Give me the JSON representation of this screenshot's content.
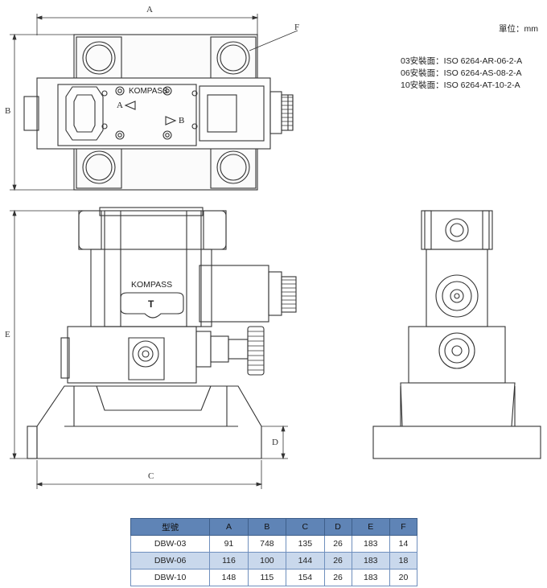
{
  "unit_label": "單位：mm",
  "specs": [
    "03安裝面：ISO 6264-AR-06-2-A",
    "06安裝面：ISO 6264-AS-08-2-A",
    "10安裝面：ISO 6264-AT-10-2-A"
  ],
  "dimension_labels": {
    "A": "A",
    "B": "B",
    "C": "C",
    "D": "D",
    "E": "E",
    "F": "F"
  },
  "top_view": {
    "brand": "KOMPASS",
    "port_a": "A",
    "port_b": "B"
  },
  "front_view": {
    "brand": "KOMPASS",
    "knob_letter": "T"
  },
  "table": {
    "headers": [
      "型號",
      "A",
      "B",
      "C",
      "D",
      "E",
      "F"
    ],
    "rows": [
      [
        "DBW-03",
        "91",
        "748",
        "135",
        "26",
        "183",
        "14"
      ],
      [
        "DBW-06",
        "116",
        "100",
        "144",
        "26",
        "183",
        "18"
      ],
      [
        "DBW-10",
        "148",
        "115",
        "154",
        "26",
        "183",
        "20"
      ]
    ]
  }
}
